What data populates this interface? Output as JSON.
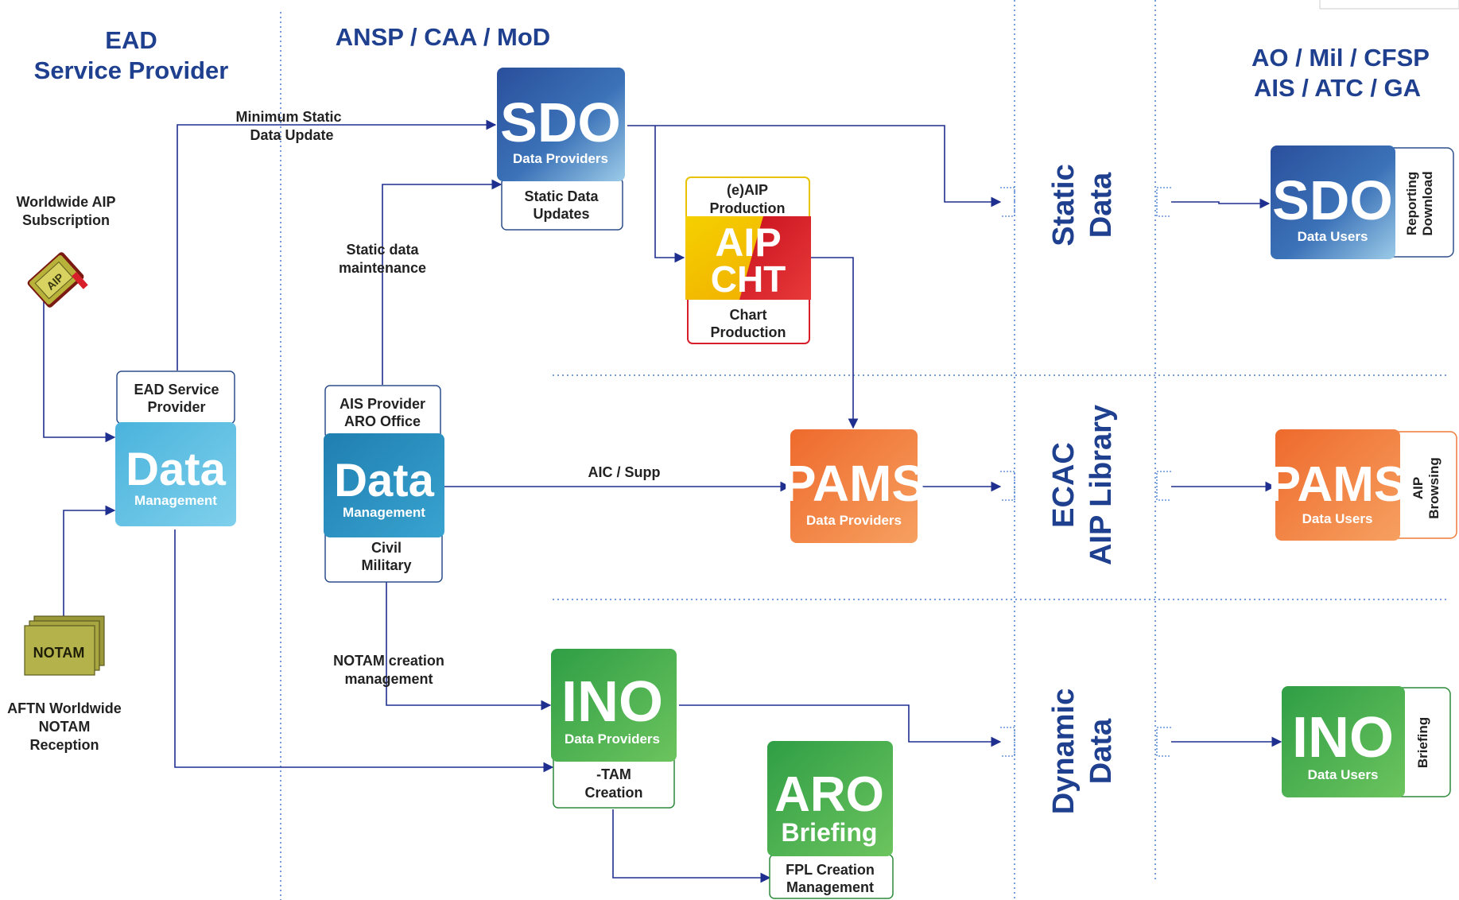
{
  "headers": {
    "ead_l1": "EAD",
    "ead_l2": "Service Provider",
    "ansp": "ANSP / CAA / MoD",
    "users_l1": "AO / Mil / CFSP",
    "users_l2": "AIS / ATC / GA"
  },
  "left": {
    "aip_sub_l1": "Worldwide AIP",
    "aip_sub_l2": "Subscription",
    "aip_book": "AIP",
    "notam_stack": "NOTAM",
    "aftn_l1": "AFTN Worldwide",
    "aftn_l2": "NOTAM",
    "aftn_l3": "Reception"
  },
  "nodes": {
    "ead_dm": {
      "cap_l1": "EAD Service",
      "cap_l2": "Provider",
      "big": "Data",
      "sub": "Management"
    },
    "ais_dm": {
      "cap_l1": "AIS Provider",
      "cap_l2": "ARO Office",
      "big": "Data",
      "sub": "Management",
      "cap2_l1": "Civil",
      "cap2_l2": "Military"
    },
    "sdo_prov": {
      "big": "SDO",
      "sub": "Data Providers",
      "cap_l1": "Static Data",
      "cap_l2": "Updates"
    },
    "aip": {
      "cap_l1": "(e)AIP",
      "cap_l2": "Production",
      "big1": "AIP",
      "big2": "CHT",
      "cap2_l1": "Chart",
      "cap2_l2": "Production"
    },
    "pams_prov": {
      "big": "PAMS",
      "sub": "Data Providers"
    },
    "ino_prov": {
      "big": "INO",
      "sub": "Data Providers",
      "cap_l1": "-TAM",
      "cap_l2": "Creation"
    },
    "aro": {
      "big1": "ARO",
      "big2": "Briefing",
      "cap_l1": "FPL Creation",
      "cap_l2": "Management"
    },
    "sdo_user": {
      "big": "SDO",
      "sub": "Data Users",
      "side_l1": "Reporting",
      "side_l2": "Download"
    },
    "pams_user": {
      "big": "PAMS",
      "sub": "Data Users",
      "side_l1": "AIP",
      "side_l2": "Browsing"
    },
    "ino_user": {
      "big": "INO",
      "sub": "Data Users",
      "side_l1": "Briefing"
    }
  },
  "flows": {
    "min_static_l1": "Minimum Static",
    "min_static_l2": "Data Update",
    "static_maint_l1": "Static data",
    "static_maint_l2": "maintenance",
    "aic_supp": "AIC / Supp",
    "notam_create_l1": "NOTAM creation",
    "notam_create_l2": "management"
  },
  "sections": {
    "static_l1": "Static",
    "static_l2": "Data",
    "ecac_l1": "ECAC",
    "ecac_l2": "AIP Library",
    "dynamic_l1": "Dynamic",
    "dynamic_l2": "Data"
  },
  "colors": {
    "header": "#1f3f8f",
    "arrow": "#1f2f8f",
    "sdo": "#2d5ba8",
    "data_mgmt": "#5bbfe0",
    "pams": "#f07a3a",
    "ino": "#3aaa4a",
    "aip_yellow": "#f2c200",
    "aip_red": "#d81e2a",
    "notam": "#a8a640"
  }
}
